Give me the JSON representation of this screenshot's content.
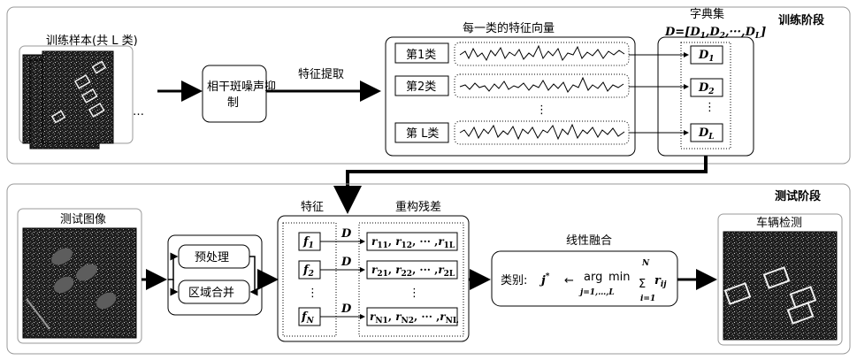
{
  "train_stage": {
    "label": "训练阶段",
    "samples_label": "训练样本(共 L 类)",
    "ellipsis": "…",
    "speckle_box": "相干斑噪声抑制",
    "feature_extract": "特征提取",
    "vectors_title": "每一类的特征向量",
    "classes": [
      "第1类",
      "第2类",
      "第 L类"
    ],
    "vdots": "⋮",
    "dict_title": "字典集",
    "dict_formula": "D=[D1,D2,…,DL]",
    "dict_items": [
      "D1",
      "D2",
      "DL"
    ]
  },
  "test_stage": {
    "label": "测试阶段",
    "test_image_label": "测试图像",
    "preprocess": "预处理",
    "region_merge": "区域合并",
    "feature_title": "特征",
    "residual_title": "重构残差",
    "features": [
      "f1",
      "f2",
      "fN"
    ],
    "d_label": "D",
    "residual_rows": [
      "r11, r12, … ,r1L",
      "r21, r22, … ,r2L",
      "rN1, rN2, … ,rNL"
    ],
    "fusion_title": "线性融合",
    "fusion_formula": "类别: j* ← arg min Σ rij",
    "fusion_sub": "j=1,…,L   i=1",
    "fusion_N": "N",
    "vehicle_label": "车辆检测"
  }
}
